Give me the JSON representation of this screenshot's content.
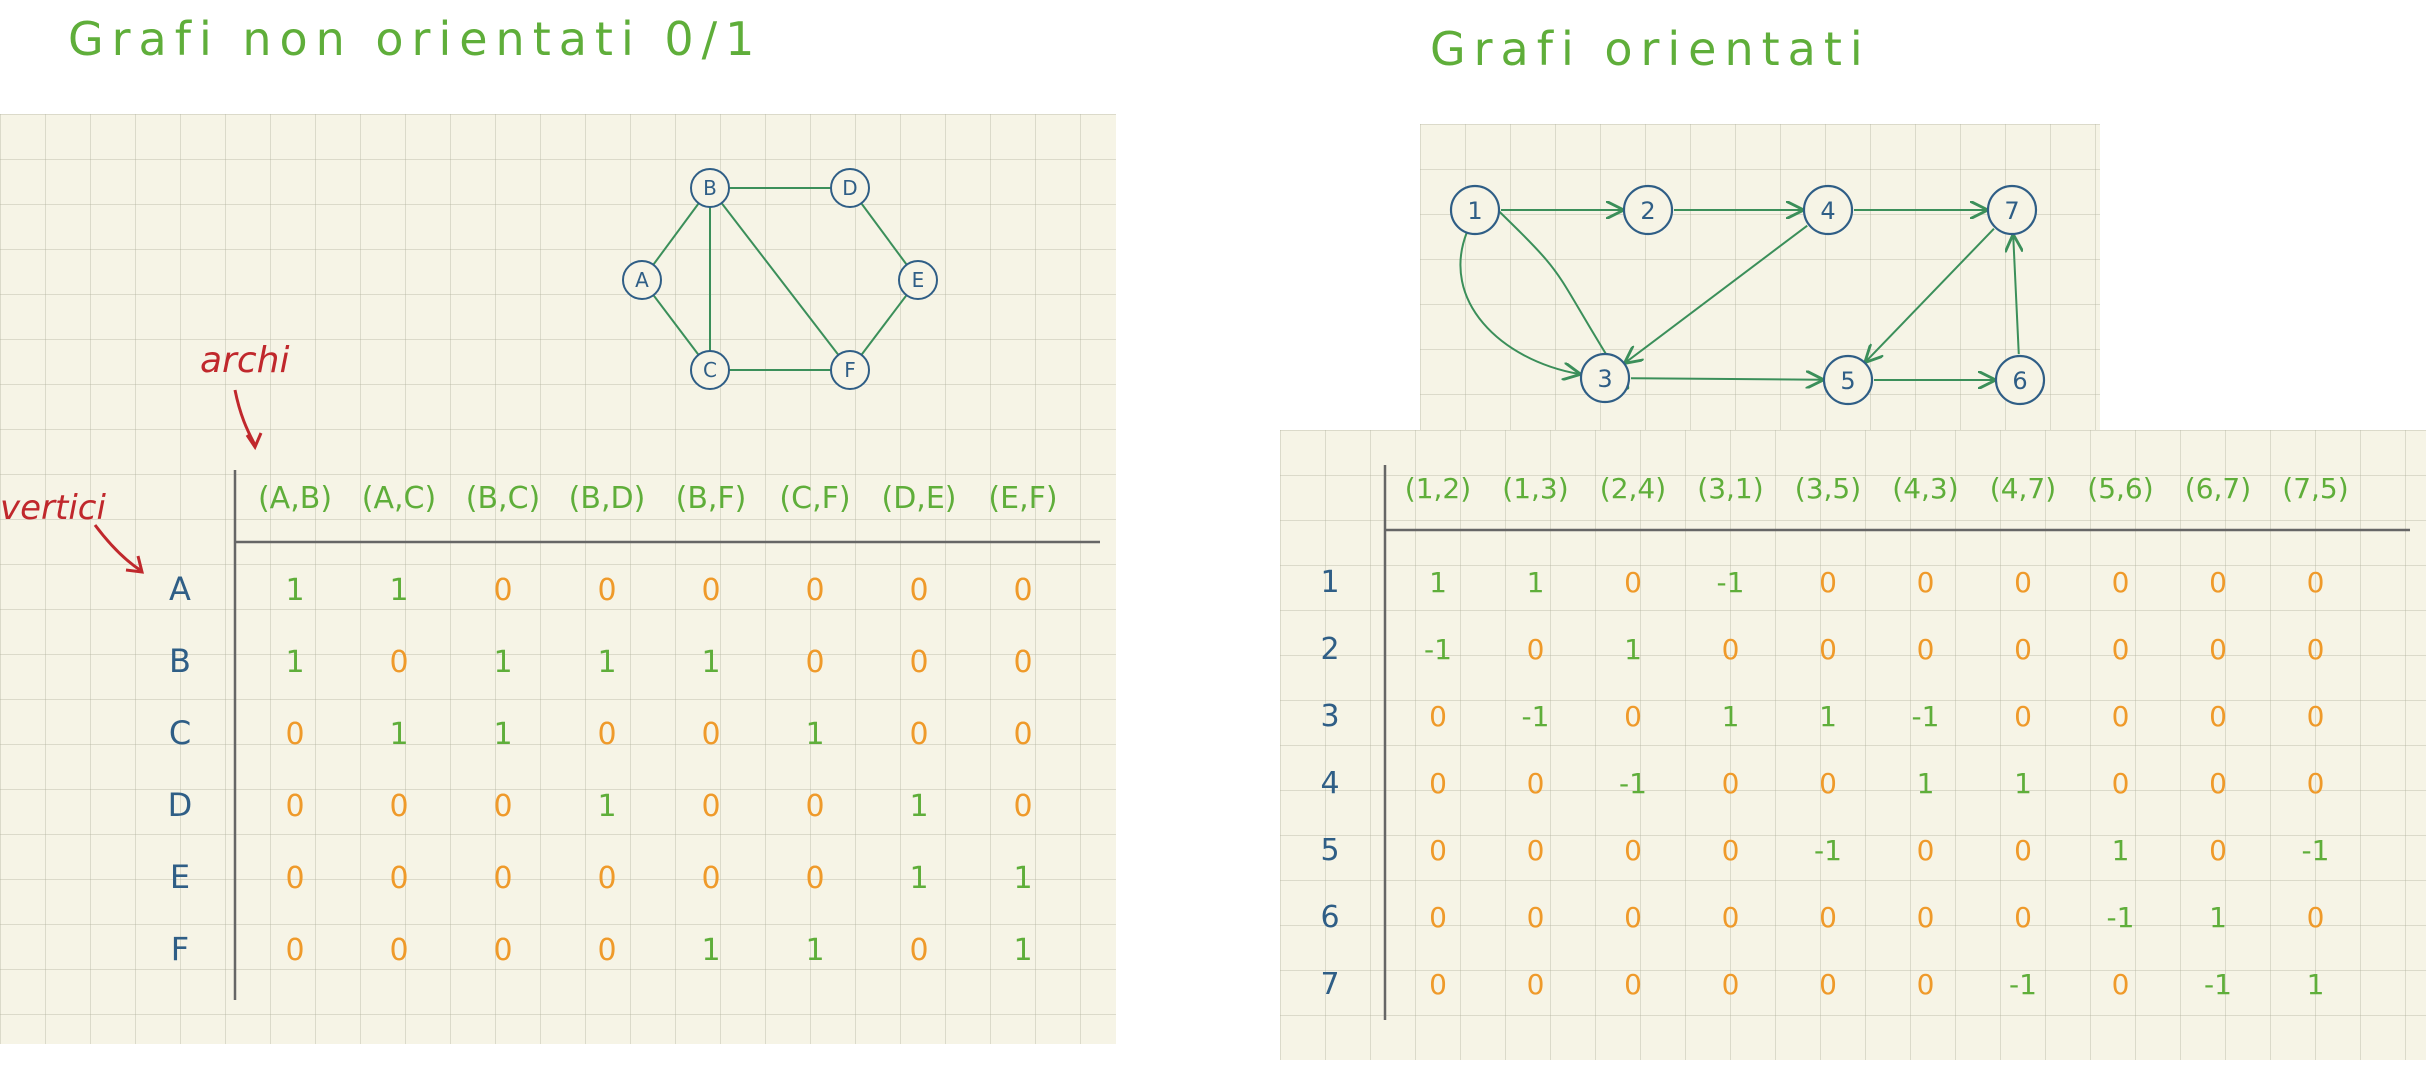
{
  "colors": {
    "green": "#5fae3a",
    "orange": "#ef9a2a",
    "blue": "#2f5e86",
    "red": "#c0282c",
    "axis": "#666666"
  },
  "left": {
    "title": "Grafi non orientati 0/1",
    "annotation_edges": "archi",
    "annotation_vertices": "vertici",
    "graph": {
      "nodes": [
        "A",
        "B",
        "C",
        "D",
        "E",
        "F"
      ],
      "edges": [
        [
          "A",
          "B"
        ],
        [
          "A",
          "C"
        ],
        [
          "B",
          "C"
        ],
        [
          "B",
          "D"
        ],
        [
          "B",
          "F"
        ],
        [
          "C",
          "F"
        ],
        [
          "D",
          "E"
        ],
        [
          "E",
          "F"
        ]
      ]
    },
    "matrix": {
      "columns": [
        "(A,B)",
        "(A,C)",
        "(B,C)",
        "(B,D)",
        "(B,F)",
        "(C,F)",
        "(D,E)",
        "(E,F)"
      ],
      "rows": [
        {
          "label": "A",
          "values": [
            "1",
            "1",
            "0",
            "0",
            "0",
            "0",
            "0",
            "0"
          ]
        },
        {
          "label": "B",
          "values": [
            "1",
            "0",
            "1",
            "1",
            "1",
            "0",
            "0",
            "0"
          ]
        },
        {
          "label": "C",
          "values": [
            "0",
            "1",
            "1",
            "0",
            "0",
            "1",
            "0",
            "0"
          ]
        },
        {
          "label": "D",
          "values": [
            "0",
            "0",
            "0",
            "1",
            "0",
            "0",
            "1",
            "0"
          ]
        },
        {
          "label": "E",
          "values": [
            "0",
            "0",
            "0",
            "0",
            "0",
            "0",
            "1",
            "1"
          ]
        },
        {
          "label": "F",
          "values": [
            "0",
            "0",
            "0",
            "0",
            "1",
            "1",
            "0",
            "1"
          ]
        }
      ]
    }
  },
  "right": {
    "title": "Grafi orientati",
    "graph": {
      "nodes": [
        "1",
        "2",
        "3",
        "4",
        "5",
        "6",
        "7"
      ],
      "edges": [
        [
          "1",
          "2"
        ],
        [
          "1",
          "3"
        ],
        [
          "2",
          "4"
        ],
        [
          "3",
          "1"
        ],
        [
          "3",
          "5"
        ],
        [
          "4",
          "3"
        ],
        [
          "4",
          "7"
        ],
        [
          "5",
          "6"
        ],
        [
          "6",
          "7"
        ],
        [
          "7",
          "5"
        ]
      ]
    },
    "matrix": {
      "columns": [
        "(1,2)",
        "(1,3)",
        "(2,4)",
        "(3,1)",
        "(3,5)",
        "(4,3)",
        "(4,7)",
        "(5,6)",
        "(6,7)",
        "(7,5)"
      ],
      "rows": [
        {
          "label": "1",
          "values": [
            "1",
            "1",
            "0",
            "-1",
            "0",
            "0",
            "0",
            "0",
            "0",
            "0"
          ]
        },
        {
          "label": "2",
          "values": [
            "-1",
            "0",
            "1",
            "0",
            "0",
            "0",
            "0",
            "0",
            "0",
            "0"
          ]
        },
        {
          "label": "3",
          "values": [
            "0",
            "-1",
            "0",
            "1",
            "1",
            "-1",
            "0",
            "0",
            "0",
            "0"
          ]
        },
        {
          "label": "4",
          "values": [
            "0",
            "0",
            "-1",
            "0",
            "0",
            "1",
            "1",
            "0",
            "0",
            "0"
          ]
        },
        {
          "label": "5",
          "values": [
            "0",
            "0",
            "0",
            "0",
            "-1",
            "0",
            "0",
            "1",
            "0",
            "-1"
          ]
        },
        {
          "label": "6",
          "values": [
            "0",
            "0",
            "0",
            "0",
            "0",
            "0",
            "0",
            "-1",
            "1",
            "0"
          ]
        },
        {
          "label": "7",
          "values": [
            "0",
            "0",
            "0",
            "0",
            "0",
            "0",
            "-1",
            "0",
            "-1",
            "1"
          ]
        }
      ]
    }
  }
}
